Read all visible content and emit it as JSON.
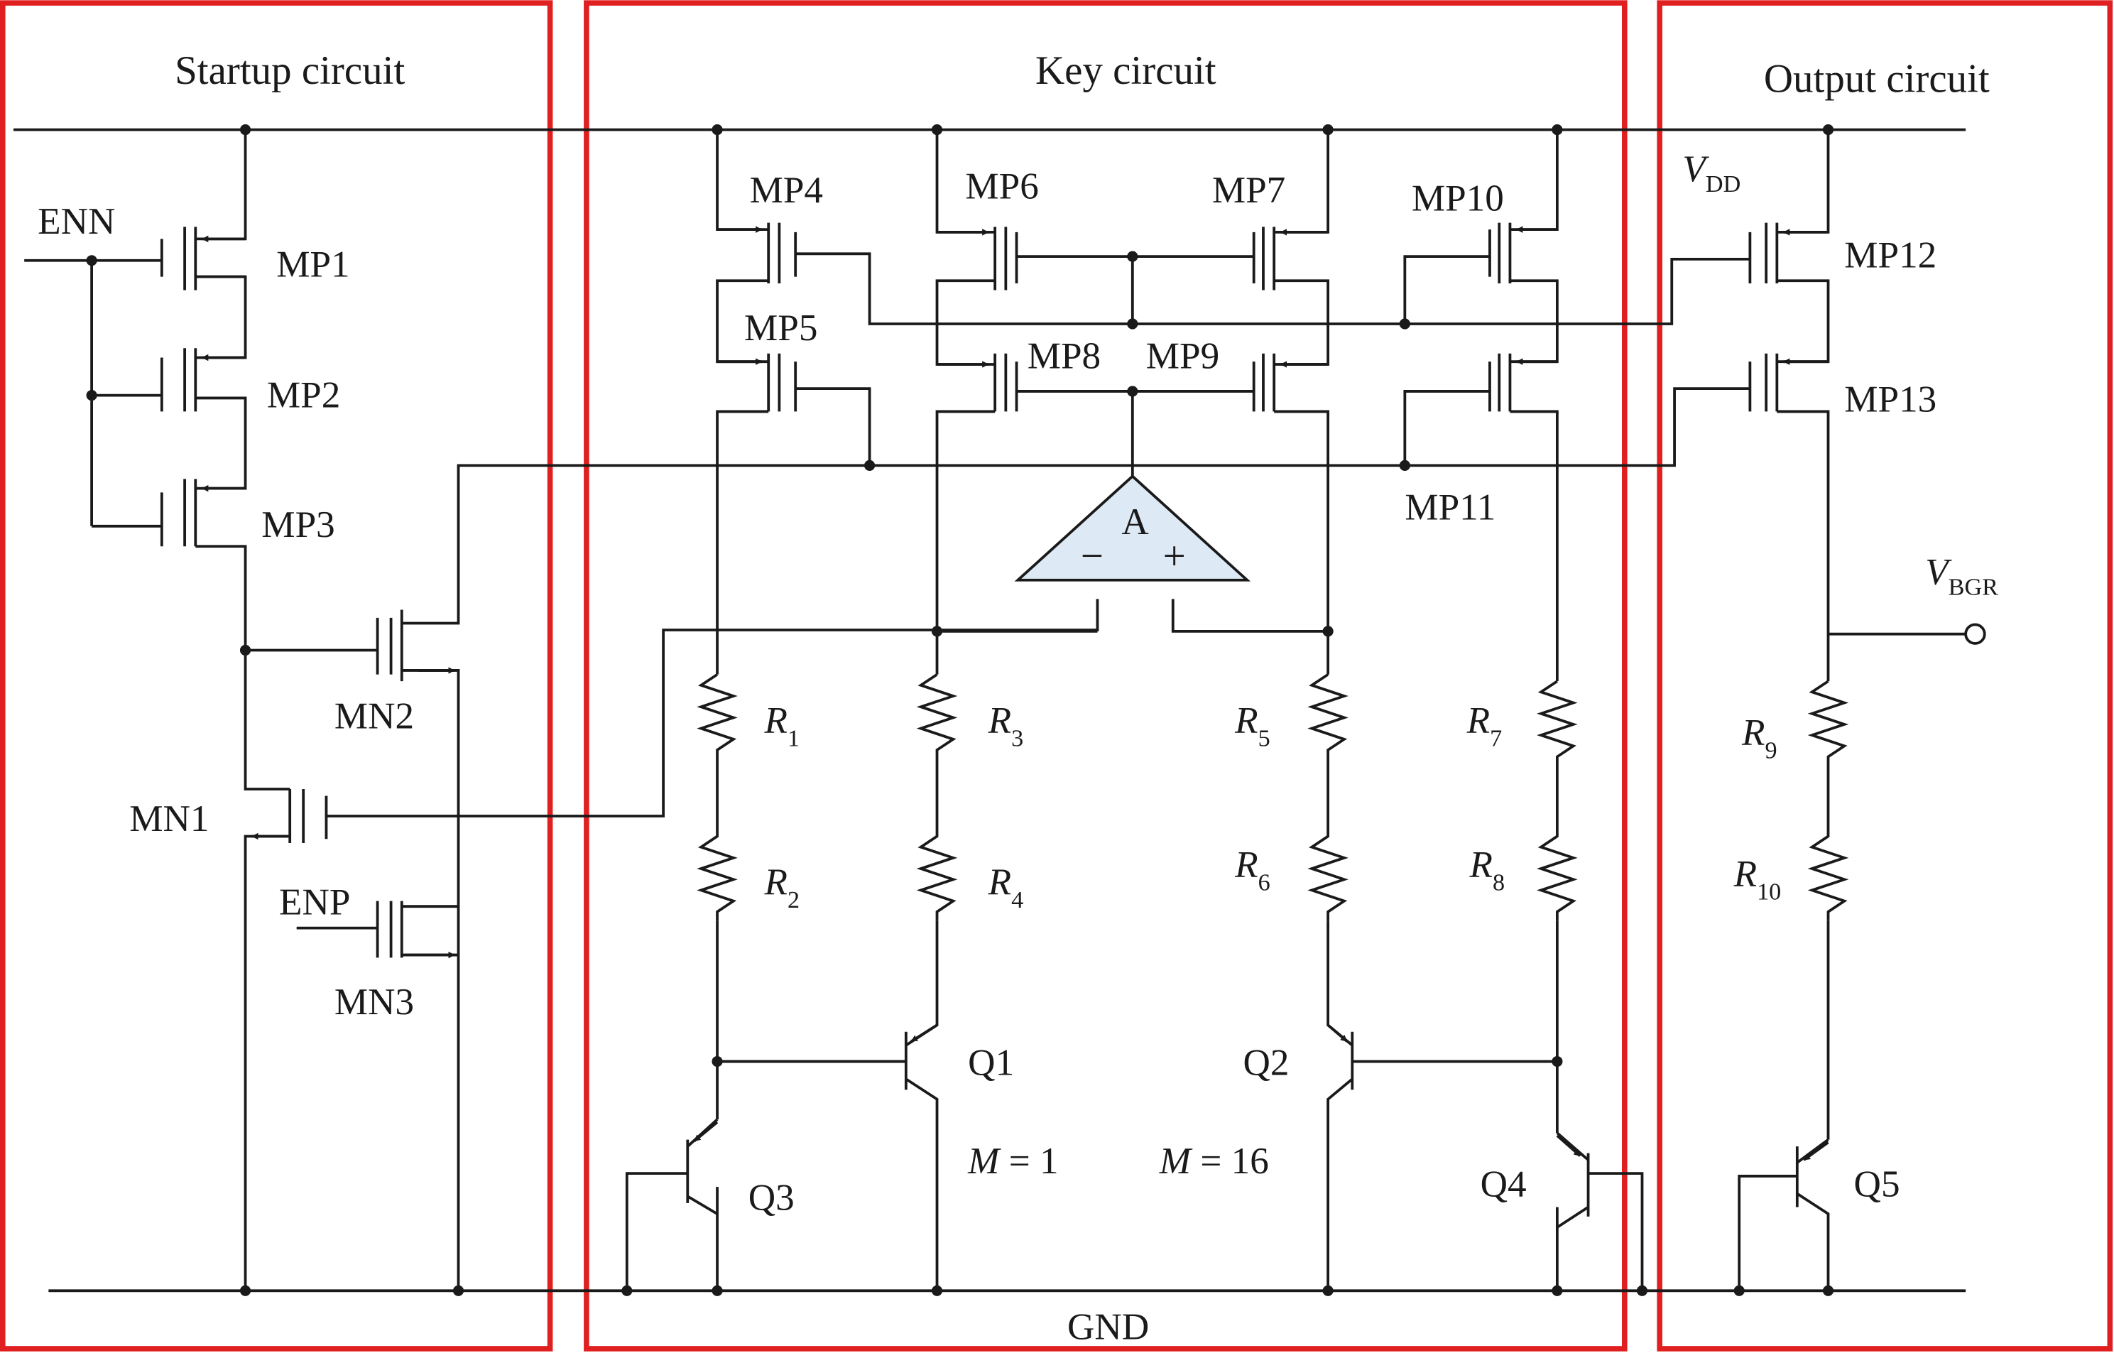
{
  "sections": {
    "startup": "Startup circuit",
    "key": "Key circuit",
    "output": "Output circuit"
  },
  "colors": {
    "frame": "#e02020",
    "wire": "#1a1a1a",
    "amp_fill": "#dde9f5"
  },
  "signals": {
    "enn": "ENN",
    "enp": "ENP",
    "gnd": "GND"
  },
  "vdd": {
    "v": "V",
    "sub": "DD"
  },
  "vbgr": {
    "v": "V",
    "sub": "BGR"
  },
  "transistors": {
    "mp1": "MP1",
    "mp2": "MP2",
    "mp3": "MP3",
    "mp4": "MP4",
    "mp5": "MP5",
    "mp6": "MP6",
    "mp7": "MP7",
    "mp8": "MP8",
    "mp9": "MP9",
    "mp10": "MP10",
    "mp11": "MP11",
    "mp12": "MP12",
    "mp13": "MP13",
    "mn1": "MN1",
    "mn2": "MN2",
    "mn3": "MN3",
    "q1": "Q1",
    "q2": "Q2",
    "q3": "Q3",
    "q4": "Q4",
    "q5": "Q5"
  },
  "resistors": {
    "r1": {
      "r": "R",
      "sub": "1"
    },
    "r2": {
      "r": "R",
      "sub": "2"
    },
    "r3": {
      "r": "R",
      "sub": "3"
    },
    "r4": {
      "r": "R",
      "sub": "4"
    },
    "r5": {
      "r": "R",
      "sub": "5"
    },
    "r6": {
      "r": "R",
      "sub": "6"
    },
    "r7": {
      "r": "R",
      "sub": "7"
    },
    "r8": {
      "r": "R",
      "sub": "8"
    },
    "r9": {
      "r": "R",
      "sub": "9"
    },
    "r10": {
      "r": "R",
      "sub": "10"
    }
  },
  "amplifier": {
    "label": "A",
    "minus": "−",
    "plus": "+"
  },
  "multipliers": {
    "q1": {
      "m": "M",
      "eq": " = 1"
    },
    "q2": {
      "m": "M",
      "eq": " = 16"
    }
  }
}
